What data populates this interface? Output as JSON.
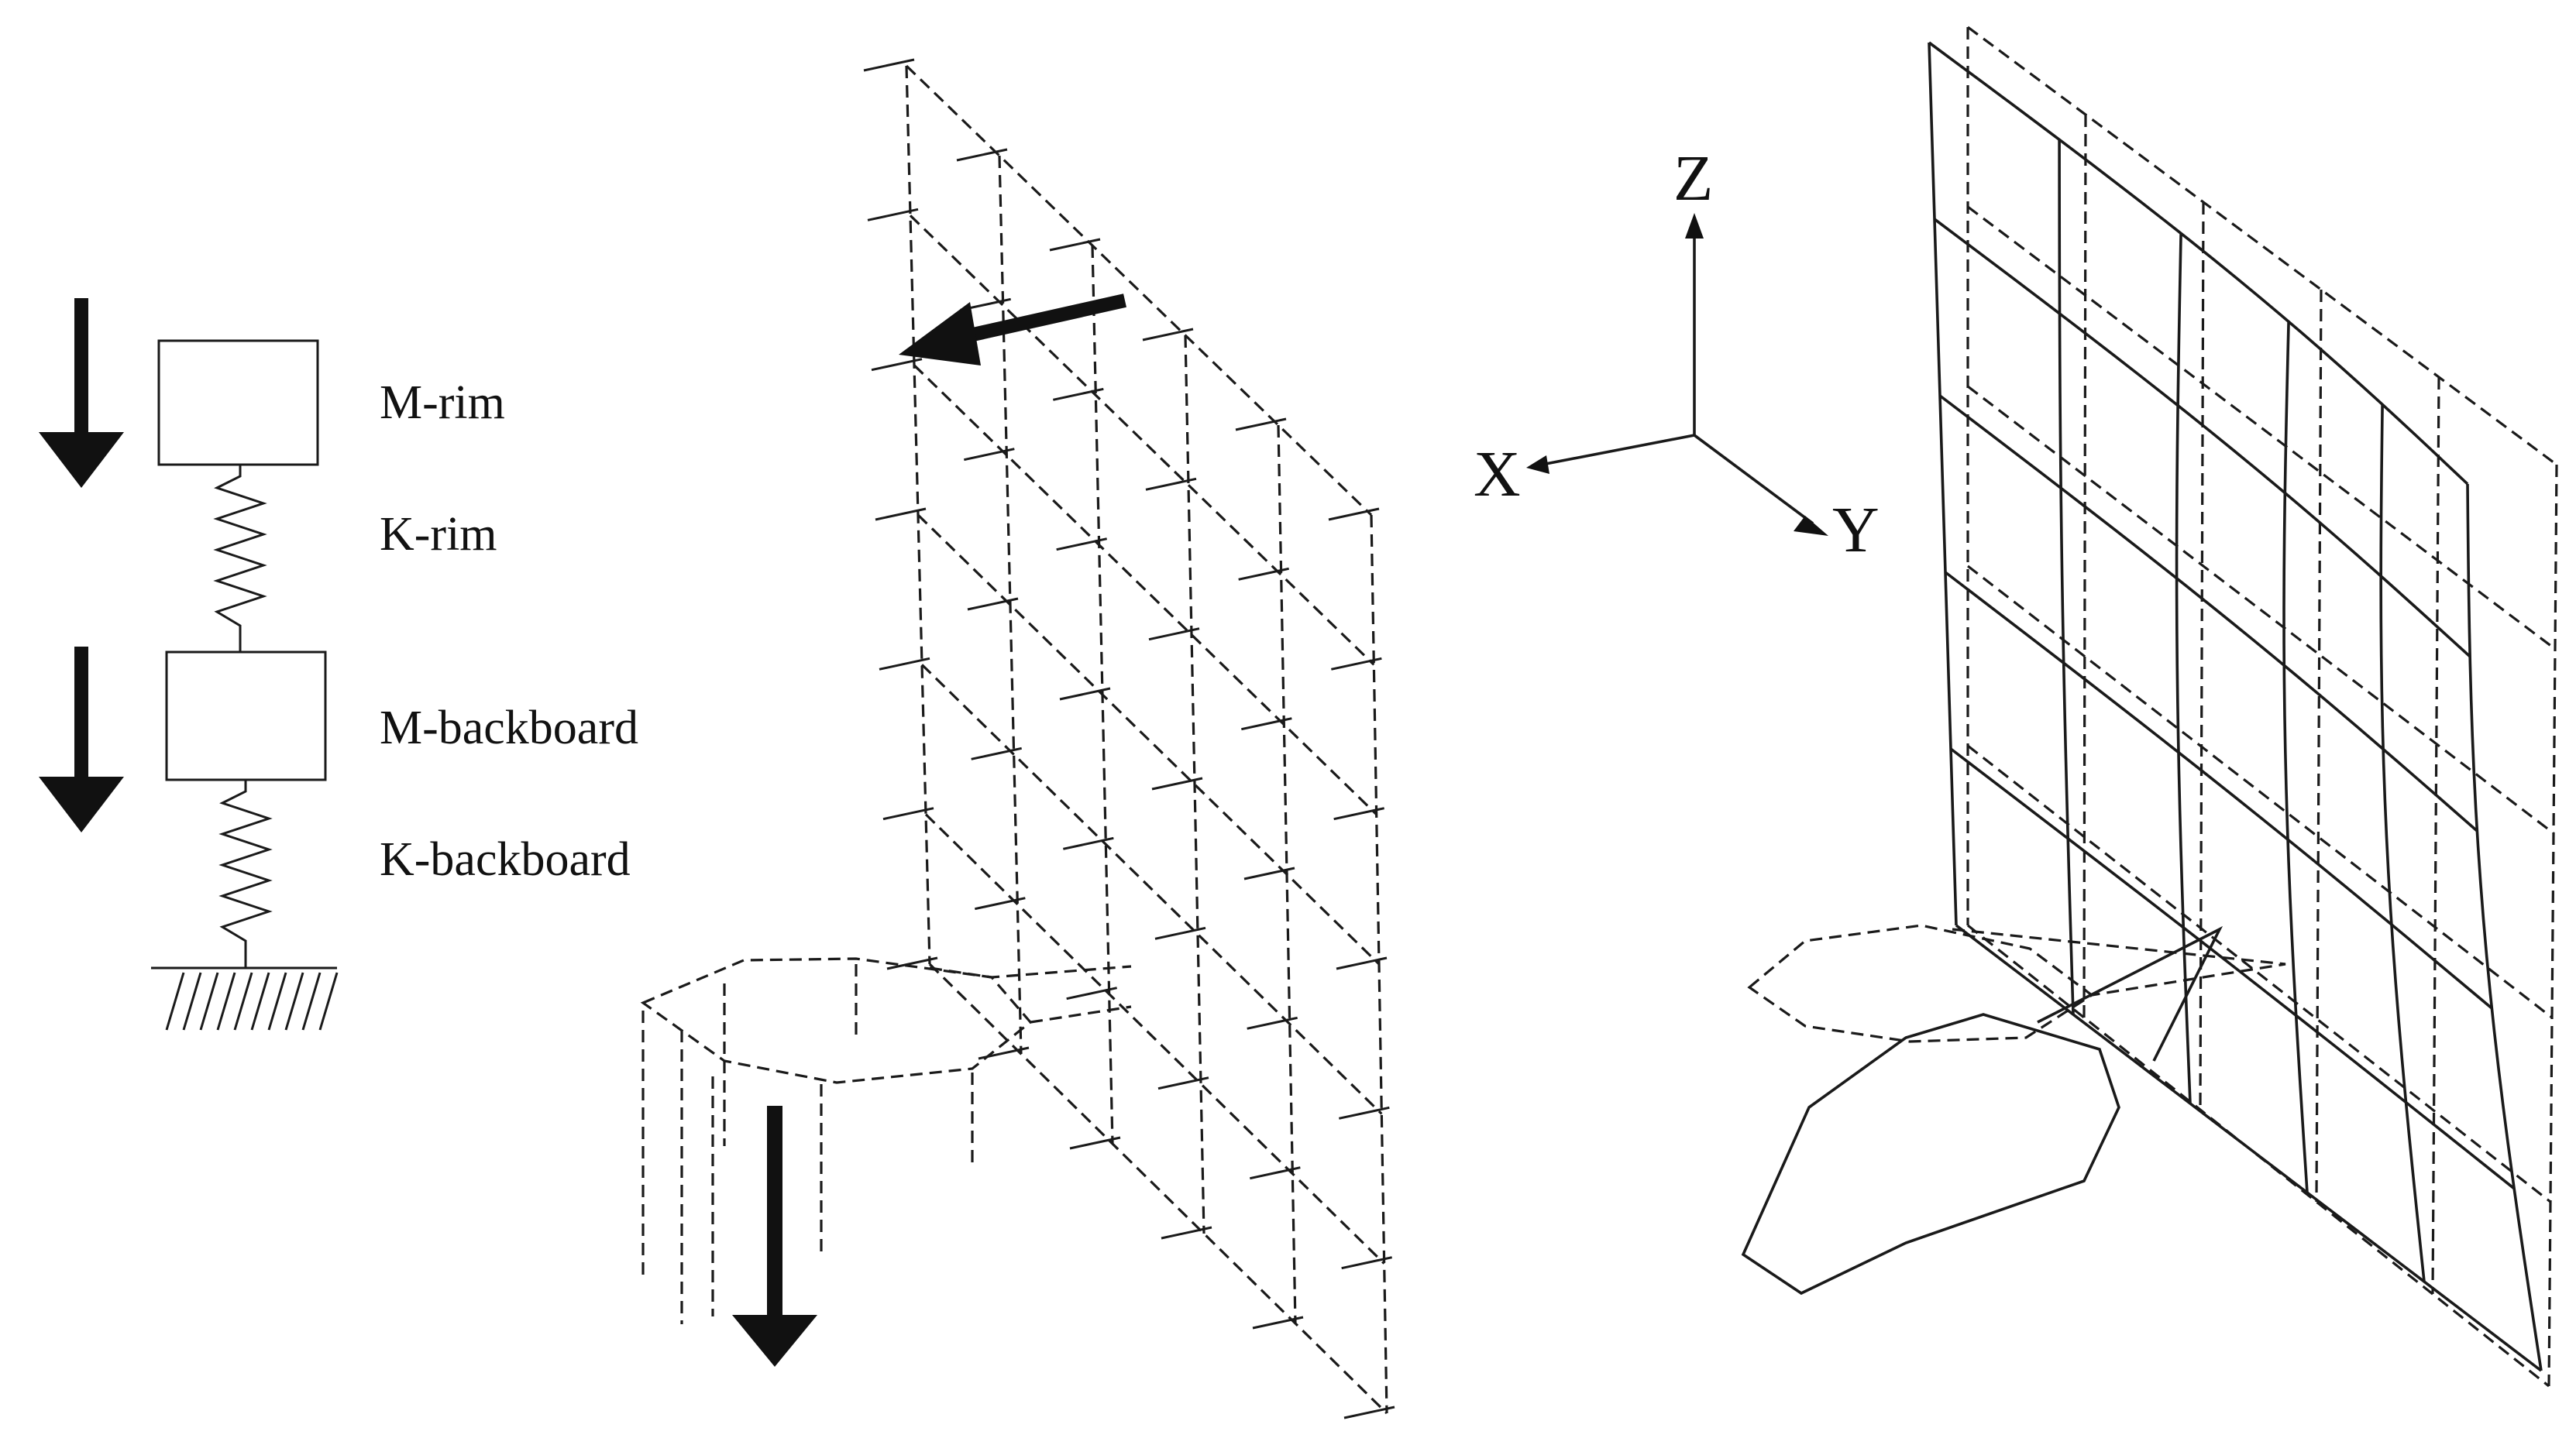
{
  "model": {
    "labels": [
      {
        "id": "m-rim",
        "text": "M-rim"
      },
      {
        "id": "k-rim",
        "text": "K-rim"
      },
      {
        "id": "m-backboard",
        "text": "M-backboard"
      },
      {
        "id": "k-backboard",
        "text": "K-backboard"
      }
    ]
  },
  "axes": {
    "z": "Z",
    "x": "X",
    "y": "Y"
  }
}
